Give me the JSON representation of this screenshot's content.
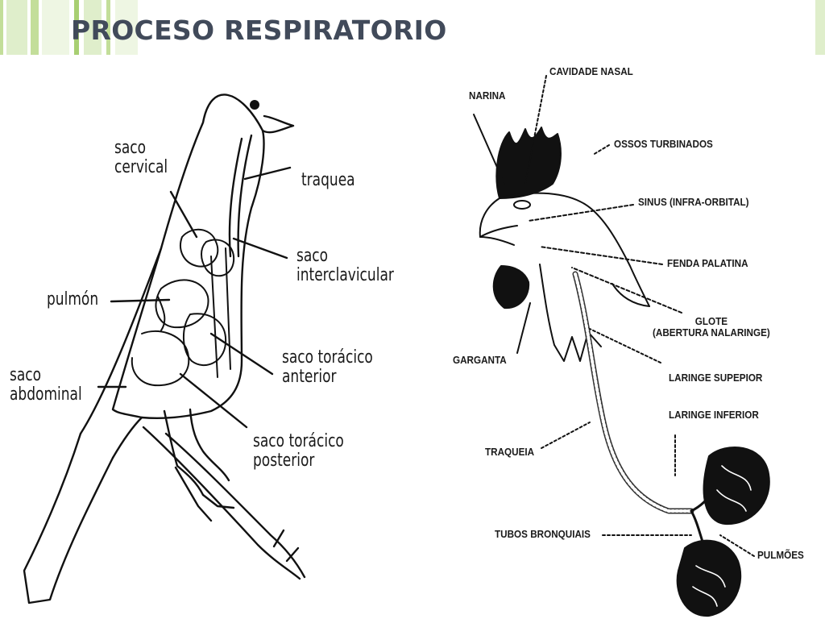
{
  "slide": {
    "title": "PROCESO RESPIRATORIO",
    "accent_colors": [
      "#dfeecb",
      "#c3de9a",
      "#a8cf72"
    ],
    "title_color": "#414a5a"
  },
  "left_diagram": {
    "labels": {
      "saco_cervical": "saco\ncervical",
      "traquea": "traquea",
      "saco_interclavicular": "saco\ninterclavicular",
      "pulmon": "pulmón",
      "saco_toracico_anterior": "saco torácico\nanterior",
      "saco_abdominal": "saco\nabdominal",
      "saco_toracico_posterior": "saco torácico\nposterior"
    }
  },
  "right_diagram": {
    "labels": {
      "cavidade_nasal": "CAVIDADE NASAL",
      "narina": "NARINA",
      "ossos_turbinados": "OSSOS TURBINADOS",
      "sinus": "SINUS (INFRA-ORBITAL)",
      "fenda_palatina": "FENDA PALATINA",
      "glote": "GLOTE\n(ABERTURA NALARINGE)",
      "garganta": "GARGANTA",
      "laringe_superior": "LARINGE SUPEPIOR",
      "laringe_inferior": "LARINGE INFERIOR",
      "traqueia": "TRAQUEIA",
      "tubos_bronquiais": "TUBOS BRONQUIAIS",
      "pulmoes": "PULMÕES"
    }
  }
}
